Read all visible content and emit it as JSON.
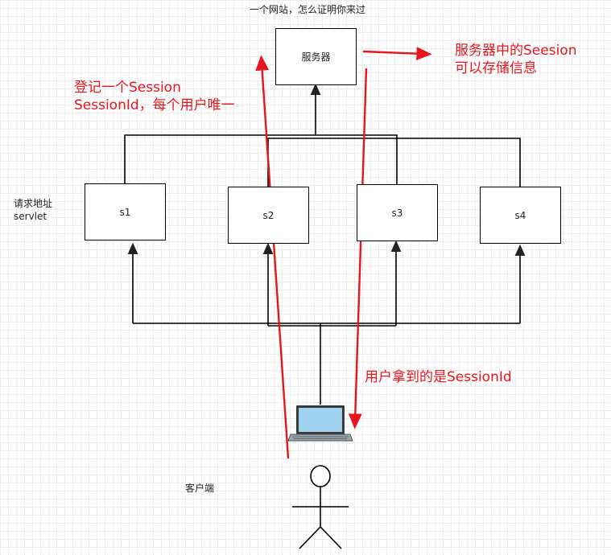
{
  "diagram": {
    "title": "一个网站，怎么证明你来过",
    "server": {
      "label": "服务器"
    },
    "servlets": [
      {
        "id": "s1",
        "label": "s1"
      },
      {
        "id": "s2",
        "label": "s2"
      },
      {
        "id": "s3",
        "label": "s3"
      },
      {
        "id": "s4",
        "label": "s4"
      }
    ],
    "left_label": {
      "line1": "请求地址",
      "line2": "servlet"
    },
    "client_label": "客户端",
    "annotations": {
      "register_line1": "登记一个Session",
      "register_line2": "SessionId，每个用户唯一",
      "server_store_line1": "服务器中的Seesion",
      "server_store_line2": "可以存储信息",
      "user_gets": "用户拿到的是SessionId"
    },
    "colors": {
      "annotation": "#e8141c",
      "line": "#000000",
      "grid": "#ececec"
    }
  }
}
